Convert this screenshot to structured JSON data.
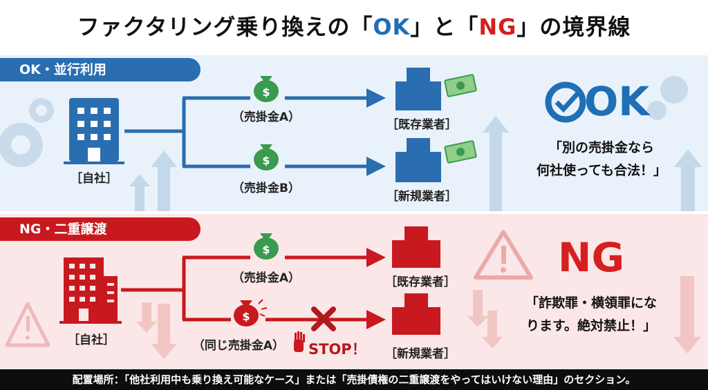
{
  "title": {
    "prefix": "ファクタリング乗り換えの「",
    "ok": "OK",
    "mid": "」と「",
    "ng": "NG",
    "suffix": "」の境界線"
  },
  "ok_section": {
    "header": "OK・並行利用",
    "self": "［自社］",
    "receivable_a": "（売掛金A）",
    "receivable_b": "（売掛金B）",
    "existing": "［既存業者］",
    "new": "［新規業者］",
    "badge": "OK",
    "message_line1": "「別の売掛金なら",
    "message_line2": "何社使っても合法！」",
    "color": "#1f6fb5"
  },
  "ng_section": {
    "header": "NG・二重譲渡",
    "self": "［自社］",
    "receivable_a": "（売掛金A）",
    "same_receivable": "（同じ売掛金A）",
    "stop": "STOP！",
    "existing": "［既存業者］",
    "new": "［新規業者］",
    "badge": "NG",
    "message_line1": "「詐欺罪・横領罪にな",
    "message_line2": "ります。絶対禁止！」",
    "color": "#d42020"
  },
  "footer": "配置場所：「他社利用中も乗り換え可能なケース」または「売掛債権の二重譲渡をやってはいけない理由」のセクション。"
}
